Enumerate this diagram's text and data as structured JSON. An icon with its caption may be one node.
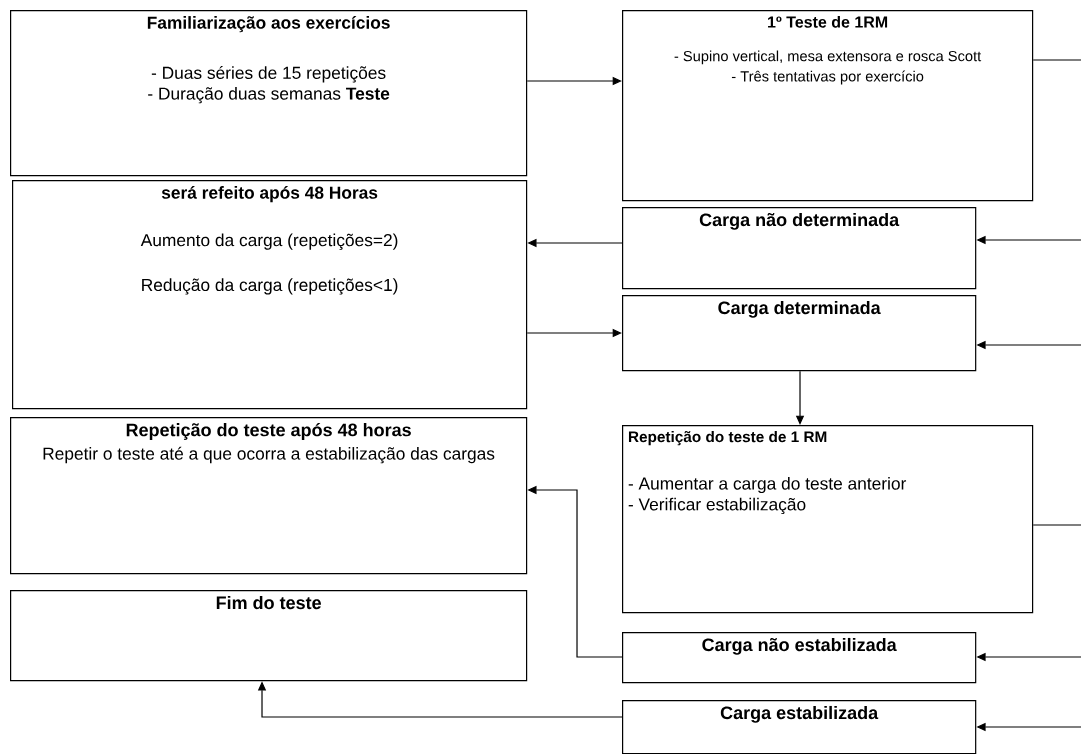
{
  "diagram": {
    "nodes": [
      {
        "text": [
          "Familiarização aos exercícios",
          "- Duas séries de 15 repetições",
          "- Duração duas semanas **Teste**"
        ]
      },
      {
        "text": [
          "1º Teste de 1RM",
          "- Supino vertical, mesa extensora e rosca Scott",
          "- Três tentativas por exercício"
        ]
      },
      {
        "text": [
          "será refeito após 48 Horas",
          "Aumento da carga (repetições=2)",
          "Redução da carga (repetições<1)"
        ]
      },
      {
        "text": [
          "Carga não determinada"
        ]
      },
      {
        "text": [
          "Carga determinada"
        ]
      },
      {
        "text": [
          "Repetição do teste de 1 RM",
          "- Aumentar a carga do teste anterior",
          "- Verificar estabilização"
        ]
      },
      {
        "text": [
          "Repetição do teste após 48 horas",
          "Repetir o teste até a que ocorra a estabilização das cargas"
        ]
      },
      {
        "text": [
          "Fim do teste"
        ]
      },
      {
        "text": [
          "Carga não estabilizada"
        ]
      },
      {
        "text": [
          "Carga estabilizada"
        ]
      }
    ],
    "edges": [
      {
        "from": 0,
        "to": 1,
        "arrow": "to"
      },
      {
        "from": 1,
        "to": null,
        "arrow": "none"
      },
      {
        "from": null,
        "to": 3,
        "arrow": "to"
      },
      {
        "from": 3,
        "to": 2,
        "arrow": "to"
      },
      {
        "from": 2,
        "to": 4,
        "arrow": "to"
      },
      {
        "from": null,
        "to": 4,
        "arrow": "to"
      },
      {
        "from": 4,
        "to": 5,
        "arrow": "to"
      },
      {
        "from": 5,
        "to": null,
        "arrow": "none"
      },
      {
        "from": 8,
        "to": 6,
        "arrow": "to"
      },
      {
        "from": null,
        "to": 8,
        "arrow": "to"
      },
      {
        "from": 9,
        "to": 7,
        "arrow": "to"
      },
      {
        "from": null,
        "to": 9,
        "arrow": "to"
      }
    ]
  }
}
